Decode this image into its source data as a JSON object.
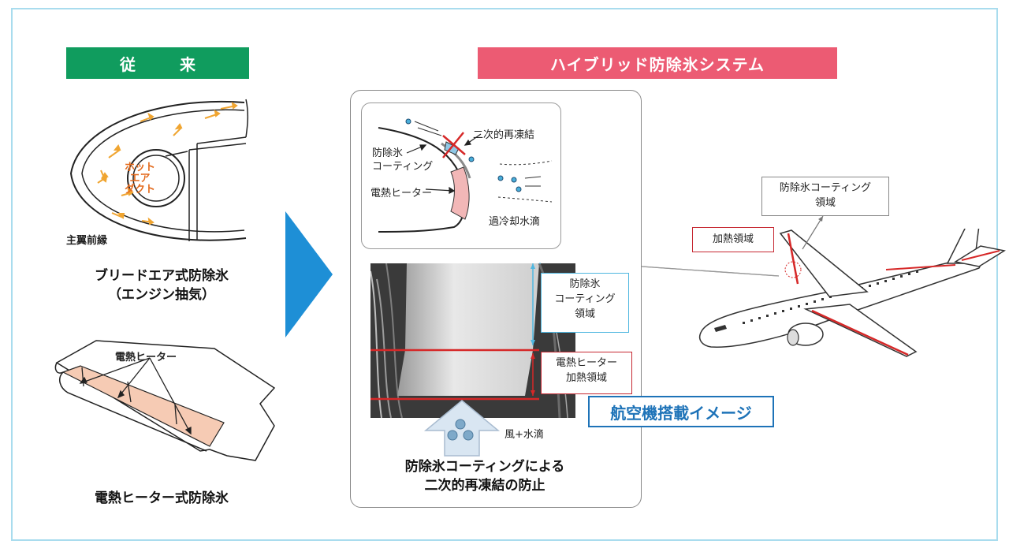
{
  "headers": {
    "conventional": "従　来",
    "hybrid": "ハイブリッド防除氷システム"
  },
  "conventional": {
    "bleed_air": {
      "duct_label_lines": [
        "ホット",
        "エア",
        "ダクト"
      ],
      "leading_edge_label": "主翼前縁",
      "caption_lines": [
        "ブリードエア式防除氷",
        "（エンジン抽気）"
      ]
    },
    "electric": {
      "heater_label": "電熱ヒーター",
      "caption": "電熱ヒーター式防除氷"
    }
  },
  "hybrid": {
    "diagram": {
      "refreeze_label": "二次的再凍結",
      "coating_label_lines": [
        "防除氷",
        "コーティング"
      ],
      "heater_label": "電熱ヒーター",
      "supercooled_label": "過冷却水滴"
    },
    "photo": {
      "coating_region_lines": [
        "防除氷",
        "コーティング",
        "領域"
      ],
      "heater_region_lines": [
        "電熱ヒーター",
        "加熱領域"
      ],
      "wind_label": "風+水滴"
    },
    "caption_lines": [
      "防除氷コーティングによる",
      "二次的再凍結の防止"
    ]
  },
  "aircraft": {
    "coating_region_lines": [
      "防除氷コーティング",
      "領域"
    ],
    "heating_region": "加熱領域",
    "badge": "航空機搭載イメージ"
  },
  "colors": {
    "conventional_header": "#109c5e",
    "hybrid_header": "#ec5b73",
    "arrow_blue": "#1e8fd6",
    "heater_red": "#c62832",
    "coating_blue": "#4fb7e0",
    "heater_pink": "#f2b7b7",
    "hot_air_orange": "#f0a531",
    "badge_blue": "#1e73b8"
  }
}
